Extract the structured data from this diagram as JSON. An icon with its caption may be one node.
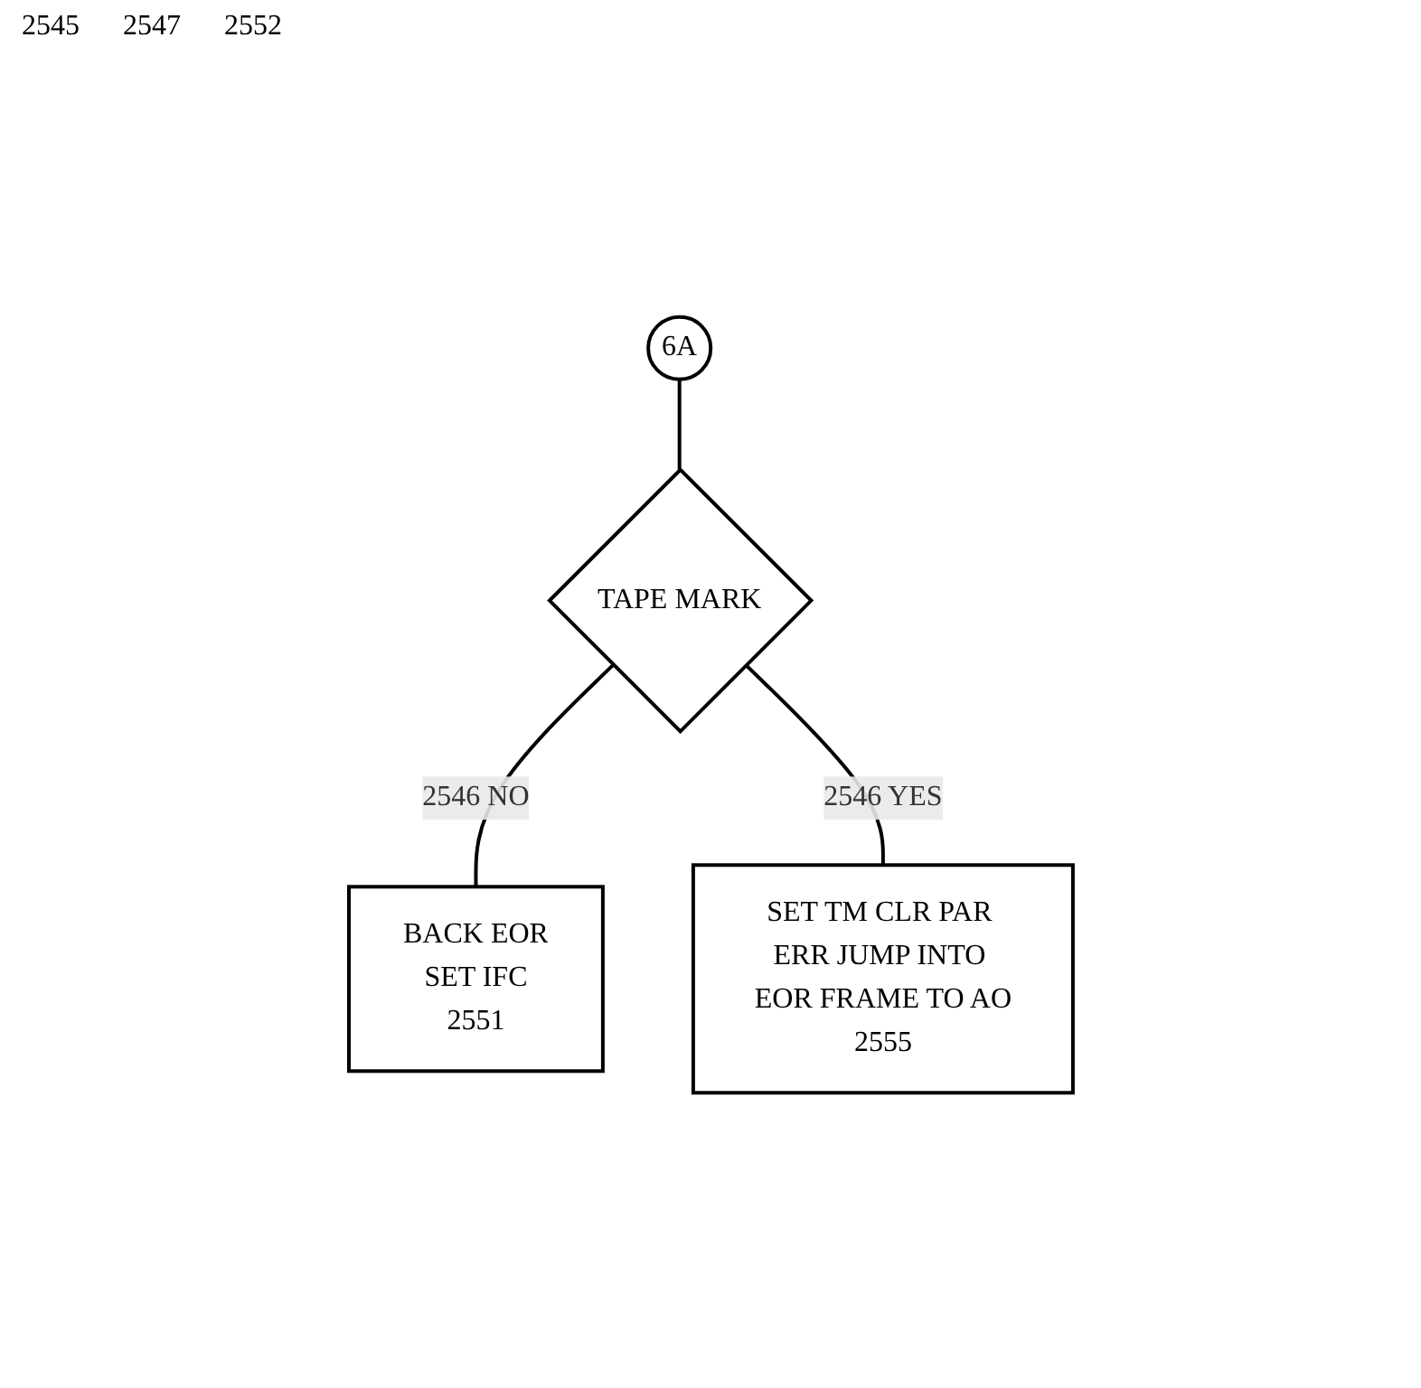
{
  "diagram": {
    "nodes": [
      {
        "text": [
          "6A"
        ]
      },
      {
        "text": [
          "TAPE MARK"
        ]
      },
      {
        "text": [
          "BACK EOR",
          "SET IFC",
          "2551"
        ]
      },
      {
        "text": [
          "SET TM CLR PAR ERR JUMP INTO EOR FRAME TO AO",
          "2555"
        ]
      }
    ],
    "edges": [
      {
        "from": 0,
        "to": 1,
        "arrow": "none"
      },
      {
        "from": 1,
        "to": 2,
        "arrow": "none",
        "label": "2546 NO"
      },
      {
        "from": 1,
        "to": 3,
        "arrow": "none",
        "label": "2546 YES"
      }
    ],
    "labels": [
      "2545",
      "2547",
      "2552"
    ]
  }
}
